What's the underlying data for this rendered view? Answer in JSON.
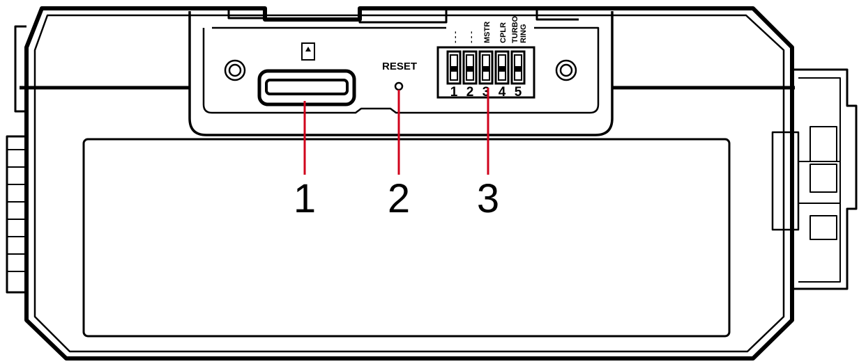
{
  "panel": {
    "reset_label": "RESET",
    "dip_switch_labels": [
      "- - -",
      "- - -",
      "MSTR",
      "CPLR",
      "TURBO RING"
    ],
    "dip_switch_numbers": [
      "1",
      "2",
      "3",
      "4",
      "5"
    ]
  },
  "callouts": [
    {
      "number": "1",
      "target": "sd-card-slot"
    },
    {
      "number": "2",
      "target": "reset-button"
    },
    {
      "number": "3",
      "target": "dip-switches"
    }
  ],
  "colors": {
    "outline": "#000000",
    "callout_line": "#d0021b",
    "background": "#ffffff"
  },
  "icons": {
    "sd_card": "sd-card-icon"
  }
}
